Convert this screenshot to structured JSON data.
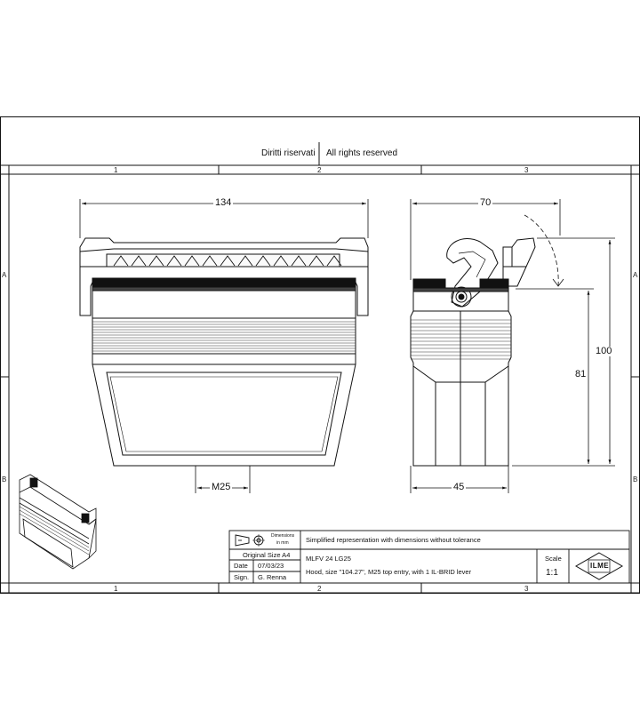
{
  "header": {
    "rights_it": "Diritti riservati",
    "rights_en": "All rights reserved"
  },
  "zones": {
    "columns": [
      "1",
      "2",
      "3"
    ],
    "rows": [
      "A",
      "B"
    ]
  },
  "dimensions": {
    "width_front": "134",
    "width_side": "70",
    "height_total": "100",
    "height_body": "81",
    "entry": "M25",
    "depth_base": "45"
  },
  "title_block": {
    "units_line1": "Dimensions",
    "units_line2": "in mm",
    "note": "Simplified representation with dimensions without tolerance",
    "original_size": "Original Size A4",
    "date_label": "Date",
    "date_value": "07/03/23",
    "sign_label": "Sign.",
    "sign_value": "G. Renna",
    "code": "MLFV 24 LG25",
    "description": "Hood, size \"104.27\", M25 top entry, with 1 IL-BRID lever",
    "scale_label": "Scale",
    "scale_value": "1:1",
    "logo": "ILME"
  }
}
